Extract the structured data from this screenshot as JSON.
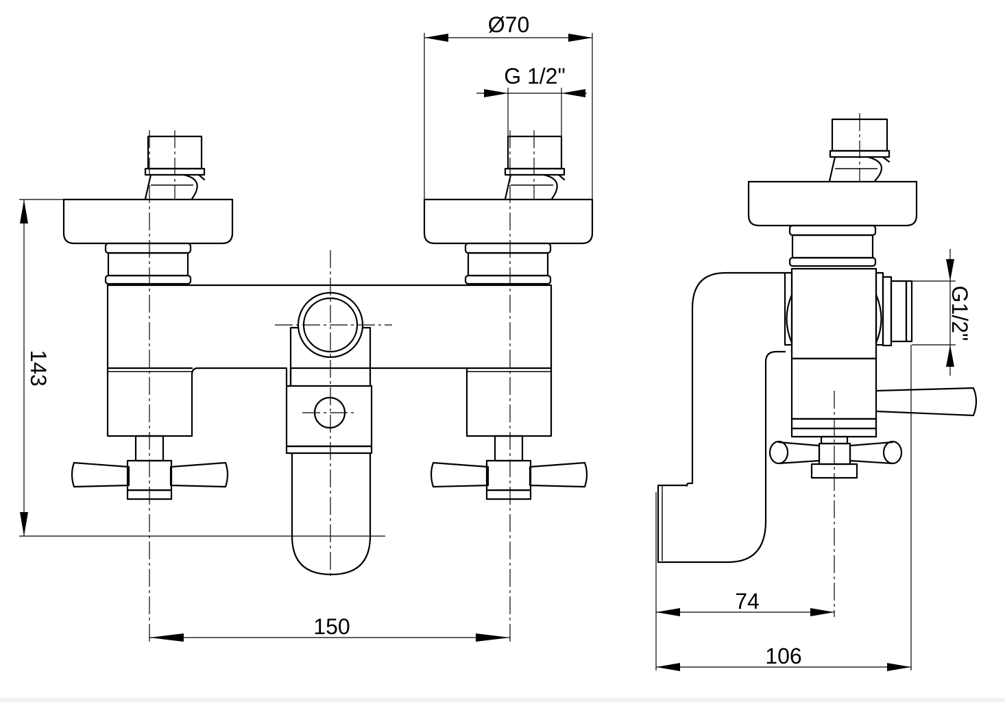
{
  "dimensions": {
    "height_front": "143",
    "width_centers": "150",
    "diameter_flange": "Ø70",
    "thread_top": "G 1/2\"",
    "thread_side": "G1/2\"",
    "depth_center": "74",
    "depth_total": "106"
  },
  "colors": {
    "line": "#000000",
    "background": "#ffffff"
  }
}
